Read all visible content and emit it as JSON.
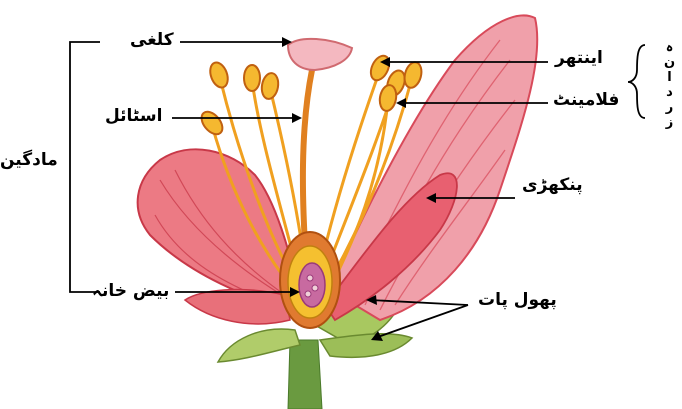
{
  "labels": {
    "stigma": "کلغی",
    "style": "اسٹائل",
    "pistil": "مادگین",
    "ovary": "بیض خانہ",
    "anther": "اینتھر",
    "filament": "فلامینٹ",
    "stamen": "زردانہ",
    "petal": "پنکھڑی",
    "sepal": "پھول پات"
  },
  "colors": {
    "petal": "#e8707a",
    "petal_dark": "#d84a5a",
    "stamen": "#f0a020",
    "sepal": "#a8c860",
    "stem": "#6a9a40",
    "ovary": "#e07a30",
    "stigma": "#f4b8c0"
  }
}
